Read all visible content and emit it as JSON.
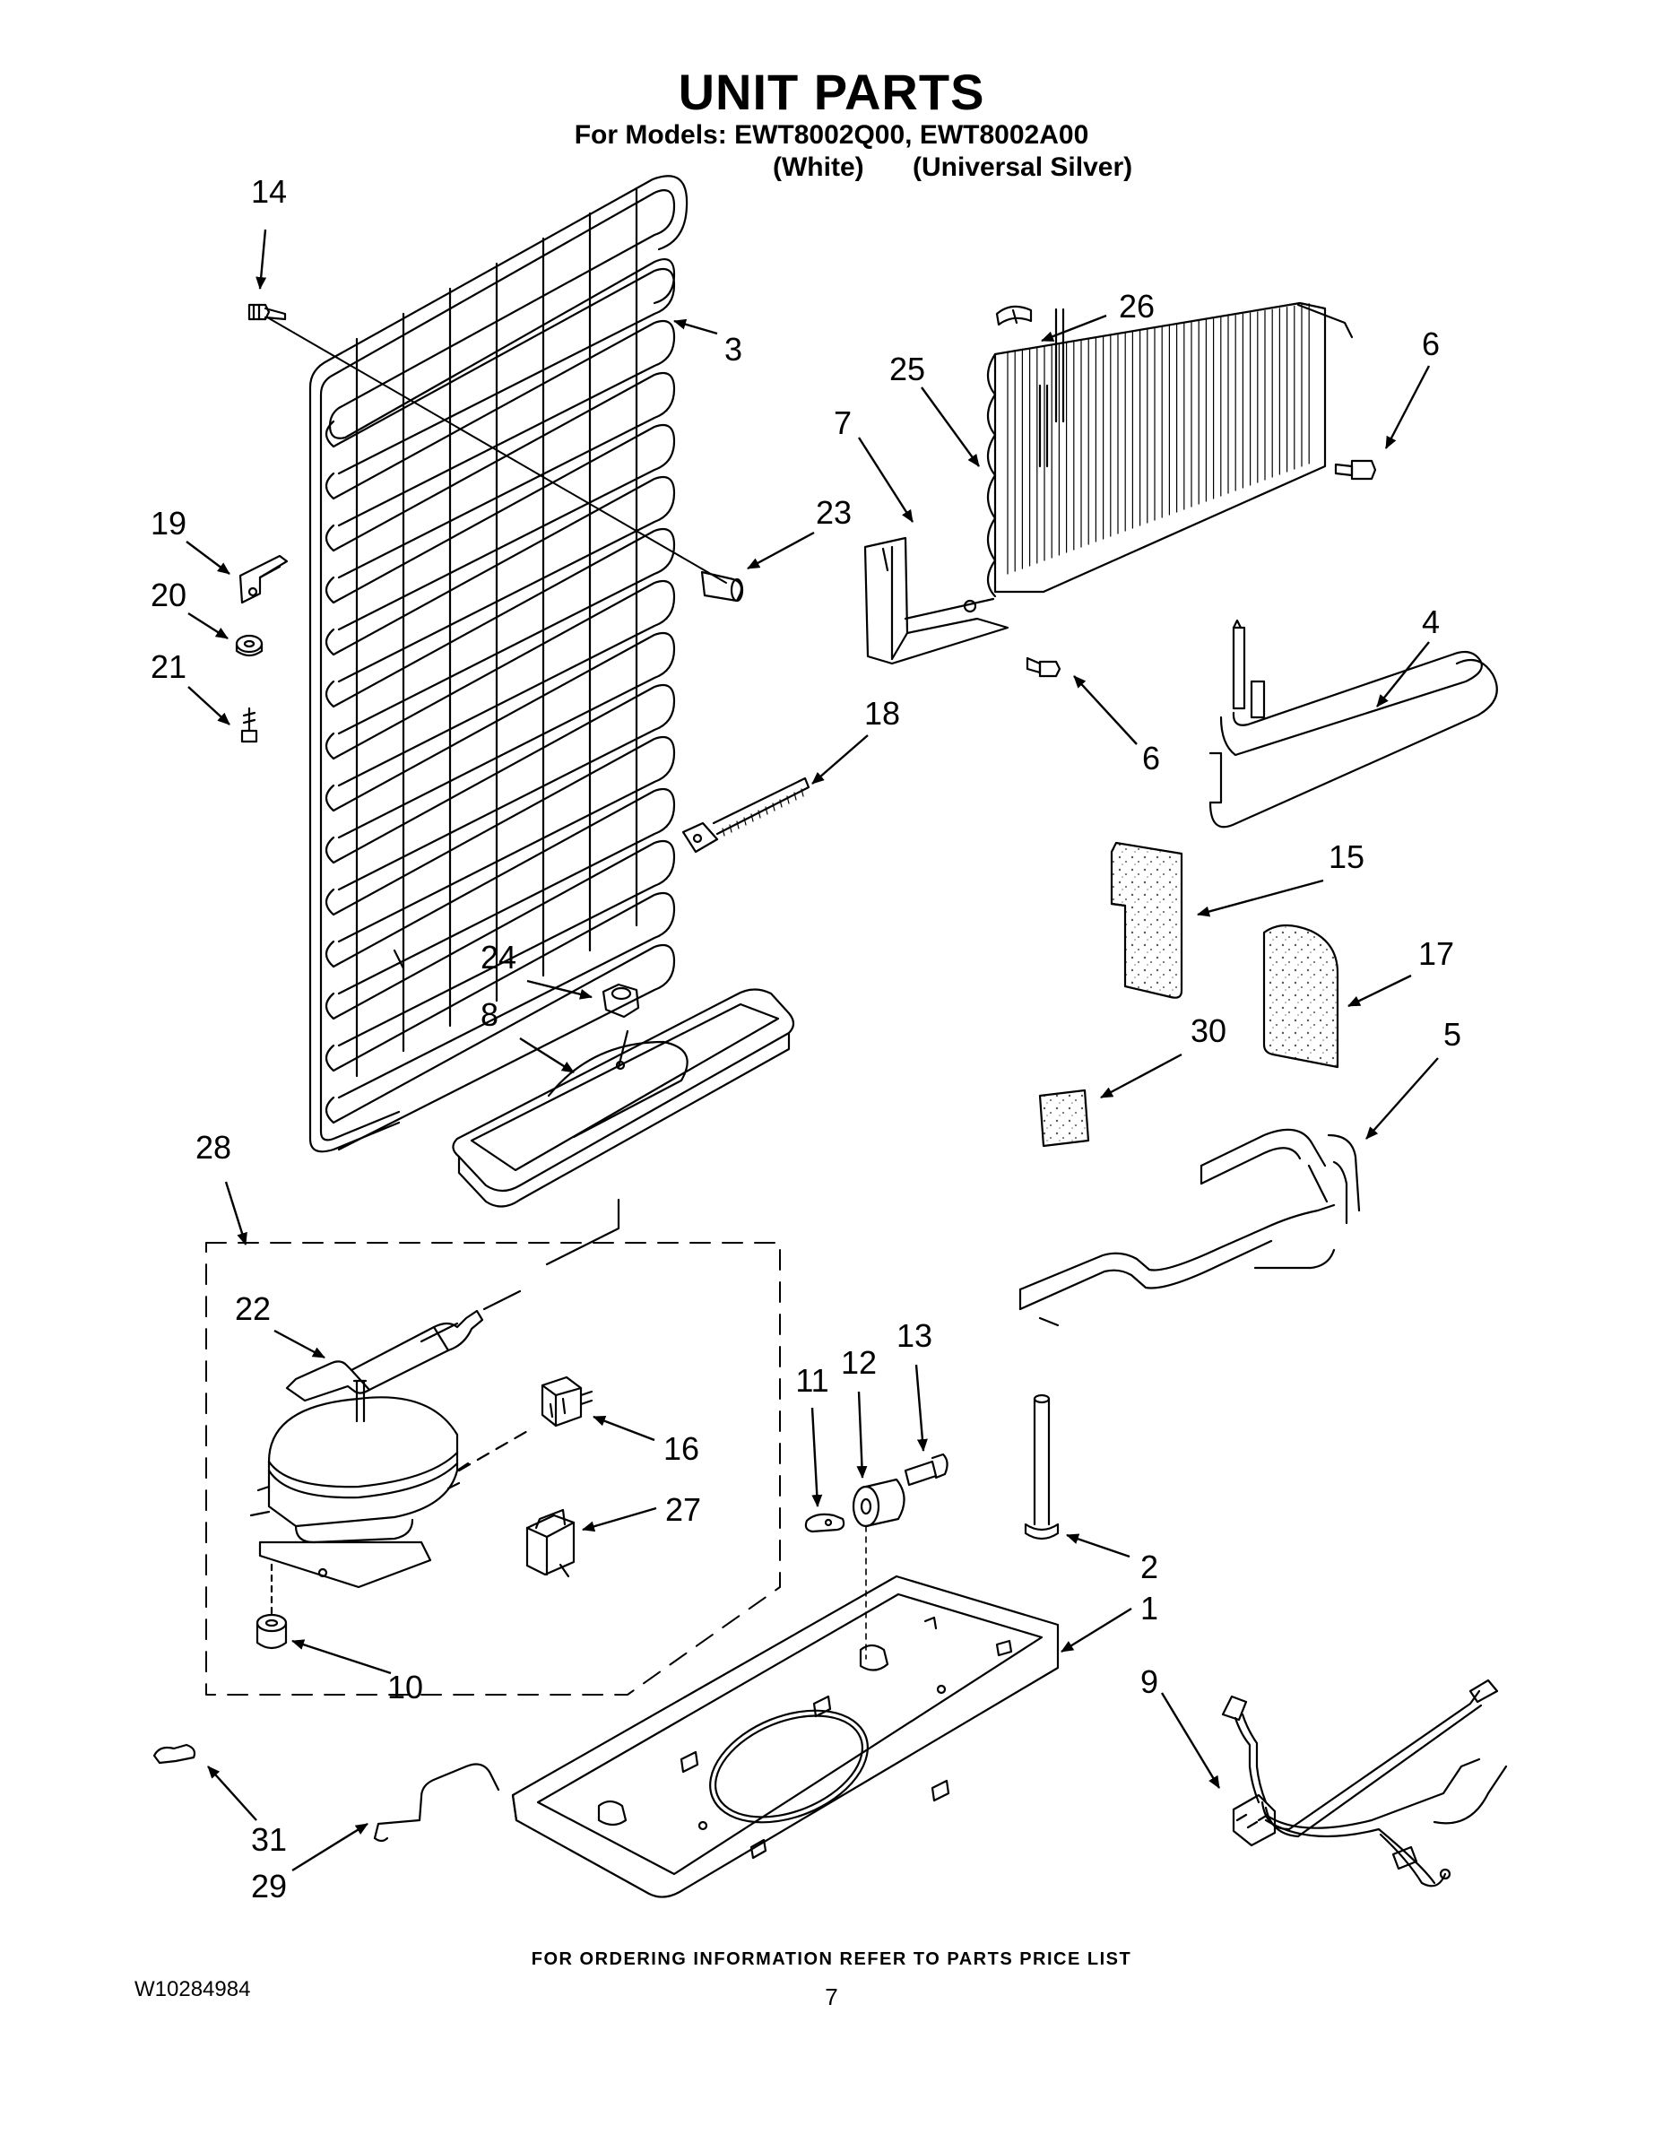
{
  "page": {
    "title": "UNIT PARTS",
    "subtitle": "For Models: EWT8002Q00, EWT8002A00",
    "variant_white": "(White)",
    "variant_silver": "(Universal Silver)",
    "ordering_note": "FOR ORDERING INFORMATION REFER TO PARTS PRICE LIST",
    "document_number": "W10284984",
    "page_number": "7"
  },
  "callouts": [
    {
      "id": "c14",
      "label": "14"
    },
    {
      "id": "c3",
      "label": "3"
    },
    {
      "id": "c26",
      "label": "26"
    },
    {
      "id": "c25",
      "label": "25"
    },
    {
      "id": "c6a",
      "label": "6"
    },
    {
      "id": "c7",
      "label": "7"
    },
    {
      "id": "c19",
      "label": "19"
    },
    {
      "id": "c23",
      "label": "23"
    },
    {
      "id": "c20",
      "label": "20"
    },
    {
      "id": "c21",
      "label": "21"
    },
    {
      "id": "c4",
      "label": "4"
    },
    {
      "id": "c6b",
      "label": "6"
    },
    {
      "id": "c18",
      "label": "18"
    },
    {
      "id": "c15",
      "label": "15"
    },
    {
      "id": "c24",
      "label": "24"
    },
    {
      "id": "c17",
      "label": "17"
    },
    {
      "id": "c8",
      "label": "8"
    },
    {
      "id": "c30",
      "label": "30"
    },
    {
      "id": "c5",
      "label": "5"
    },
    {
      "id": "c28",
      "label": "28"
    },
    {
      "id": "c22",
      "label": "22"
    },
    {
      "id": "c11",
      "label": "11"
    },
    {
      "id": "c12",
      "label": "12"
    },
    {
      "id": "c13",
      "label": "13"
    },
    {
      "id": "c16",
      "label": "16"
    },
    {
      "id": "c27",
      "label": "27"
    },
    {
      "id": "c2",
      "label": "2"
    },
    {
      "id": "c1",
      "label": "1"
    },
    {
      "id": "c10",
      "label": "10"
    },
    {
      "id": "c9",
      "label": "9"
    },
    {
      "id": "c31",
      "label": "31"
    },
    {
      "id": "c29",
      "label": "29"
    }
  ]
}
